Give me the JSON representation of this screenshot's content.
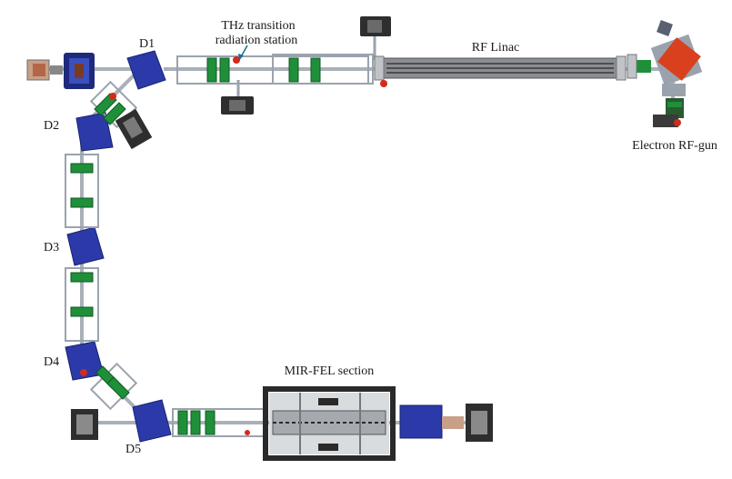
{
  "labels": {
    "thz": "THz transition",
    "thz2": "radiation station",
    "linac": "RF Linac",
    "gun": "Electron RF-gun",
    "fel": "MIR-FEL section",
    "d1": "D1",
    "d2": "D2",
    "d3": "D3",
    "d4": "D4",
    "d5": "D5"
  },
  "colors": {
    "dipole": "#2b3aa8",
    "quadrupole": "#1f8f3a",
    "frame": "#9aa3ad",
    "pipe": "#a9b0b8",
    "gun": "#d8401e",
    "undulator": "#2a2a2a",
    "marker": "#d42a1a",
    "arrow": "#1f6f8f"
  }
}
